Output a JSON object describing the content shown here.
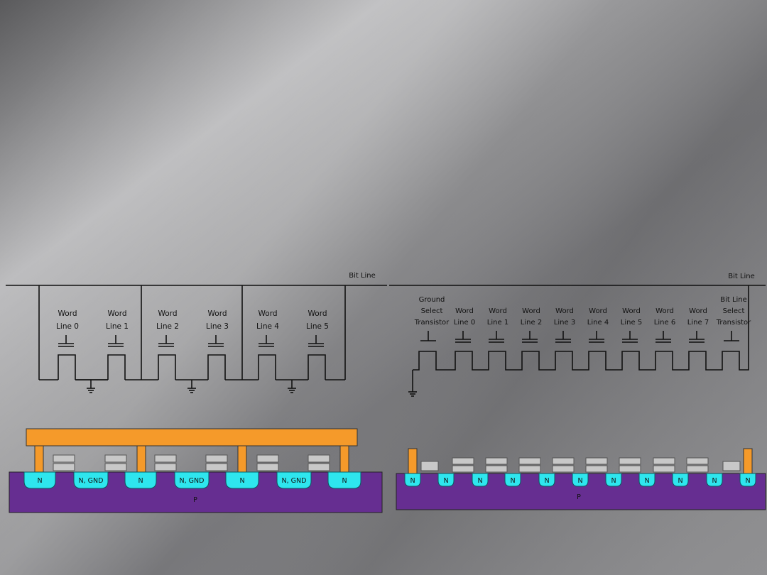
{
  "nor": {
    "bit_line_label": "Bit Line",
    "word_lines": [
      {
        "line1": "Word",
        "line2": "Line 0"
      },
      {
        "line1": "Word",
        "line2": "Line 1"
      },
      {
        "line1": "Word",
        "line2": "Line 2"
      },
      {
        "line1": "Word",
        "line2": "Line 3"
      },
      {
        "line1": "Word",
        "line2": "Line 4"
      },
      {
        "line1": "Word",
        "line2": "Line 5"
      }
    ],
    "cross_section": {
      "substrate_label": "P",
      "regions": [
        "N",
        "N, GND",
        "N",
        "N, GND",
        "N",
        "N, GND",
        "N"
      ]
    }
  },
  "nand": {
    "bit_line_label": "Bit Line",
    "ground_select": {
      "line1": "Ground",
      "line2": "Select",
      "line3": "Transistor"
    },
    "bit_line_select": {
      "line1": "Bit Line",
      "line2": "Select",
      "line3": "Transistor"
    },
    "word_lines": [
      {
        "line1": "Word",
        "line2": "Line 0"
      },
      {
        "line1": "Word",
        "line2": "Line 1"
      },
      {
        "line1": "Word",
        "line2": "Line 2"
      },
      {
        "line1": "Word",
        "line2": "Line 3"
      },
      {
        "line1": "Word",
        "line2": "Line 4"
      },
      {
        "line1": "Word",
        "line2": "Line 5"
      },
      {
        "line1": "Word",
        "line2": "Line 6"
      },
      {
        "line1": "Word",
        "line2": "Line 7"
      }
    ],
    "cross_section": {
      "substrate_label": "P",
      "regions": [
        "N",
        "N",
        "N",
        "N",
        "N",
        "N",
        "N",
        "N",
        "N",
        "N",
        "N"
      ]
    }
  },
  "colors": {
    "metal": "#f59a2a",
    "n_region": "#2ee6ee",
    "p_substrate": "#662e91",
    "gate": "#c8c8c8"
  }
}
